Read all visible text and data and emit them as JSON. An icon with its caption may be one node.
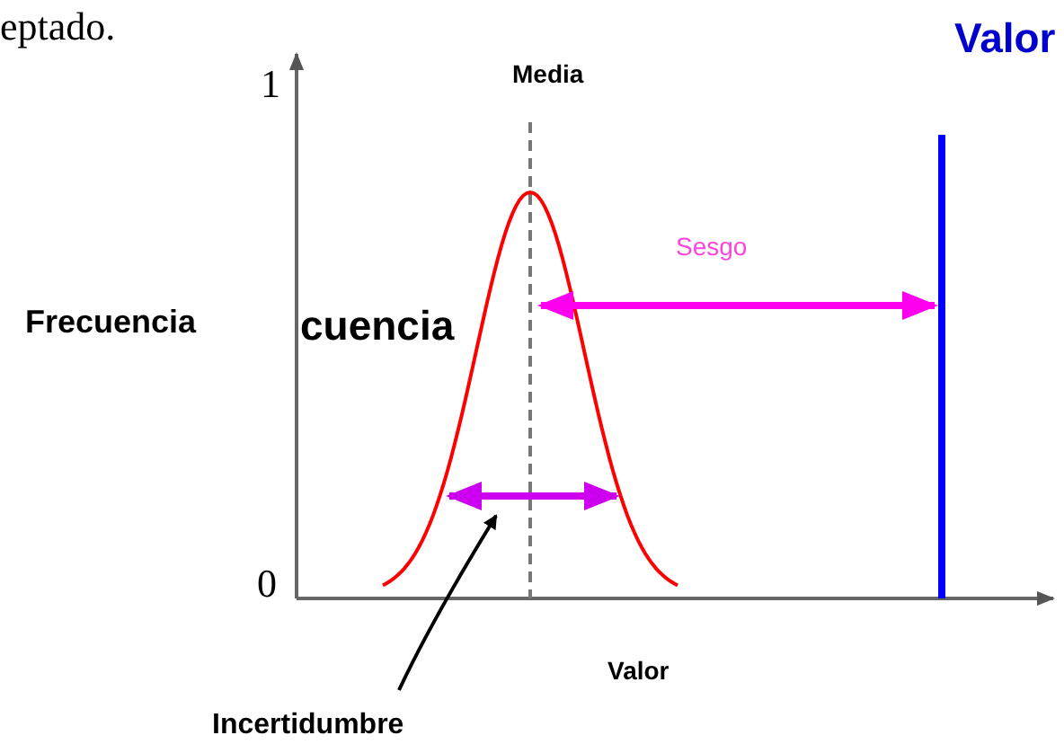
{
  "diagram": {
    "nodes": [
      {
        "text": [
          "Incertidumbre"
        ]
      },
      {
        "text": [],
        "shape": "arrow"
      }
    ],
    "edges": [
      {
        "from": 0,
        "to": 1,
        "arrow": "to"
      }
    ],
    "labels": [
      "eptado.",
      "Valor",
      "1",
      "Media",
      "Sesgo",
      "Frecuencia",
      "cuencia",
      "0",
      "Valor"
    ]
  }
}
